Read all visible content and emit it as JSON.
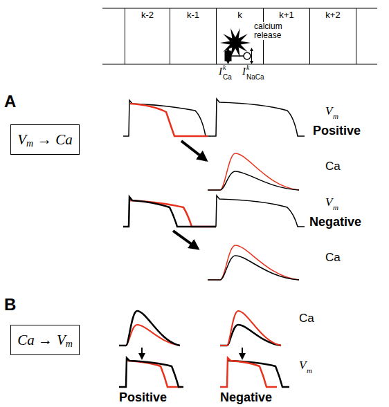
{
  "diagram": {
    "nodes": [
      {
        "text": [
          "k-2"
        ]
      },
      {
        "text": [
          "k-1"
        ]
      },
      {
        "text": [
          "k"
        ]
      },
      {
        "text": [
          "k+1"
        ]
      },
      {
        "text": [
          "k+2"
        ]
      },
      {
        "text": [
          "V",
          "m",
          "→ Ca"
        ]
      },
      {
        "text": [
          "Ca →",
          "V",
          "m"
        ]
      }
    ],
    "labels": [
      "calcium release",
      "I",
      "k",
      "Ca",
      "I",
      "k",
      "NaCa",
      "A",
      "V",
      "m",
      "Positive",
      "Ca",
      "V",
      "m",
      "Negative",
      "Ca",
      "B",
      "Ca",
      "V",
      "m",
      "Positive",
      "Negative"
    ]
  }
}
